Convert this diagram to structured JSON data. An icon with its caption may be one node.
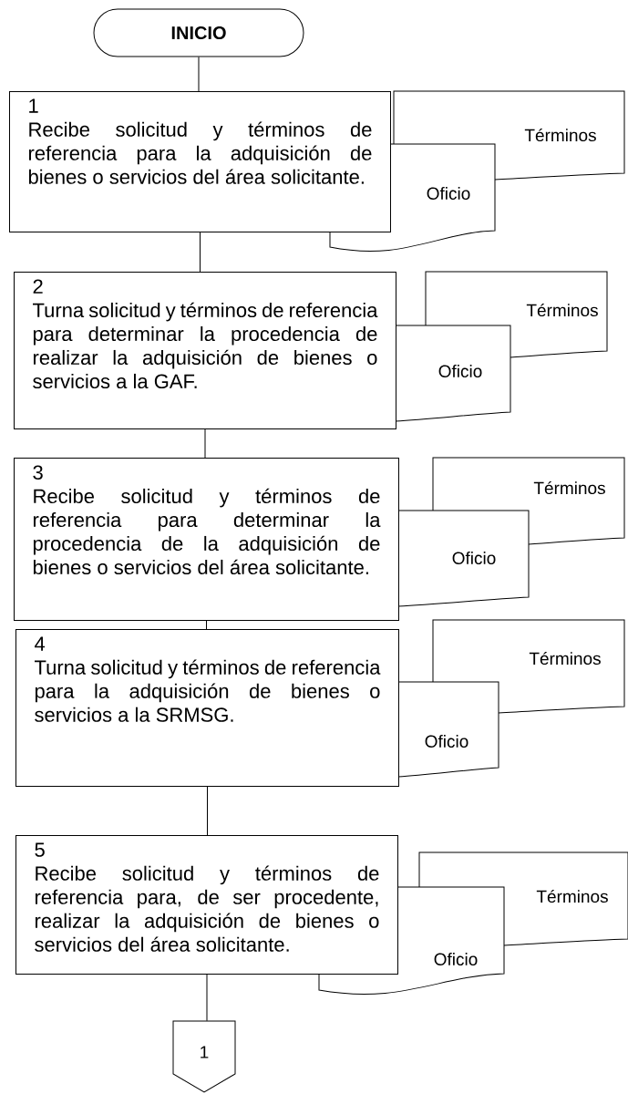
{
  "diagram": {
    "nodes": [
      {
        "text": [
          "INICIO"
        ]
      },
      {
        "text": [
          "1",
          "Recibe solicitud y términos de referencia para la adquisición de bienes o servicios del área solicitante."
        ]
      },
      {
        "text": [
          "Términos"
        ]
      },
      {
        "text": [
          "Oficio"
        ]
      },
      {
        "text": [
          "2",
          "Turna solicitud y términos de referencia para determinar la procedencia de realizar la adquisición de bienes o servicios a la GAF."
        ]
      },
      {
        "text": [
          "Términos"
        ]
      },
      {
        "text": [
          "Oficio"
        ]
      },
      {
        "text": [
          "3",
          "Recibe solicitud y términos de referencia para determinar la procedencia de la adquisición de bienes o servicios del área solicitante."
        ]
      },
      {
        "text": [
          "Términos"
        ]
      },
      {
        "text": [
          "Oficio"
        ]
      },
      {
        "text": [
          "4",
          "Turna solicitud y términos de referencia para la adquisición de bienes o servicios a la SRMSG."
        ]
      },
      {
        "text": [
          "Términos"
        ]
      },
      {
        "text": [
          "Oficio"
        ]
      },
      {
        "text": [
          "5",
          "Recibe solicitud y términos de referencia para, de ser procedente, realizar la adquisición de bienes o servicios del área solicitante."
        ]
      },
      {
        "text": [
          "Términos"
        ]
      },
      {
        "text": [
          "Oficio"
        ]
      },
      {
        "text": [
          "1"
        ]
      }
    ],
    "edges": [
      {
        "from": 0,
        "to": 1,
        "arrow": "none"
      },
      {
        "from": 1,
        "to": 4,
        "arrow": "none"
      },
      {
        "from": 4,
        "to": 7,
        "arrow": "none"
      },
      {
        "from": 7,
        "to": 10,
        "arrow": "none"
      },
      {
        "from": 10,
        "to": 13,
        "arrow": "none"
      },
      {
        "from": 13,
        "to": 16,
        "arrow": "none"
      }
    ]
  }
}
